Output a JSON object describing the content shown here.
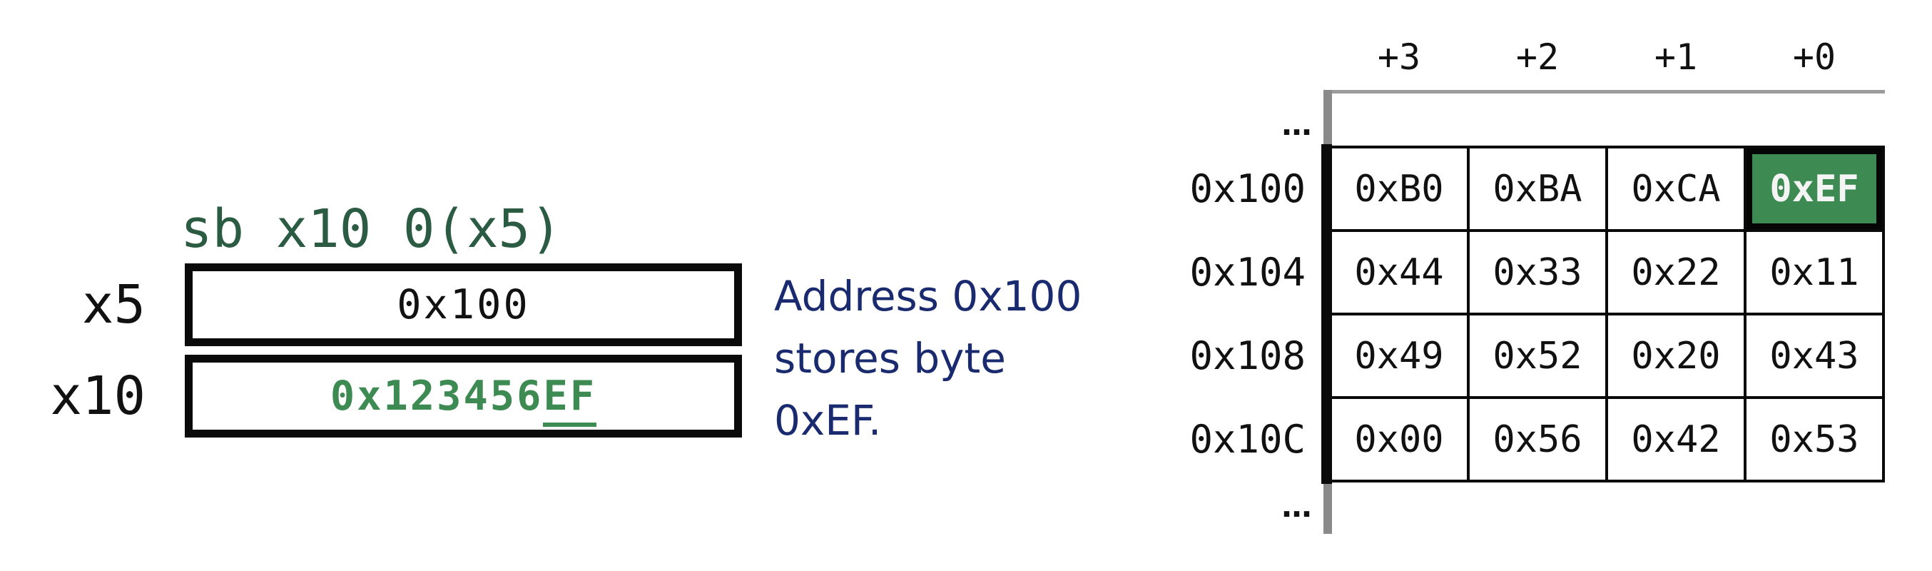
{
  "instruction": {
    "text": "sb x10 0(x5)"
  },
  "registers": {
    "x5": {
      "label": "x5",
      "value": "0x100"
    },
    "x10": {
      "label": "x10",
      "value_prefix": "0x123456",
      "value_highlight": "EF"
    }
  },
  "caption": {
    "line1": "Address 0x100",
    "line2": "stores byte",
    "line3": "0xEF."
  },
  "memory_table": {
    "column_headers": [
      "+3",
      "+2",
      "+1",
      "+0"
    ],
    "top_ellipsis": "…",
    "bottom_ellipsis": "…",
    "rows": [
      {
        "address": "0x100",
        "bytes": [
          "0xB0",
          "0xBA",
          "0xCA",
          "0xEF"
        ]
      },
      {
        "address": "0x104",
        "bytes": [
          "0x44",
          "0x33",
          "0x22",
          "0x11"
        ]
      },
      {
        "address": "0x108",
        "bytes": [
          "0x49",
          "0x52",
          "0x20",
          "0x43"
        ]
      },
      {
        "address": "0x10C",
        "bytes": [
          "0x00",
          "0x56",
          "0x42",
          "0x53"
        ]
      }
    ],
    "highlighted_cell": {
      "row": "0x100",
      "column": "+0",
      "value": "0xEF"
    }
  },
  "colors": {
    "instruction_green": "#2B5B43",
    "accent_green": "#3D8B53",
    "caption_blue": "#1A2A6F",
    "ink": "#0A0A0A",
    "line_gray": "#9B9B9B",
    "bar_gray": "#8A8A8A"
  }
}
